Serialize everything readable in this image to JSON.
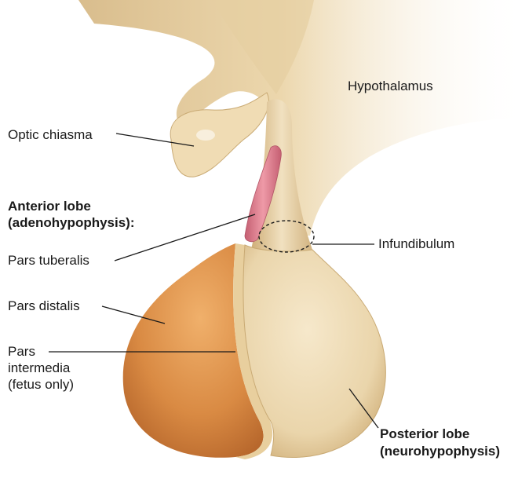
{
  "labels": {
    "hypothalamus": "Hypothalamus",
    "optic_chiasma": "Optic chiasma",
    "anterior_lobe_line1": "Anterior lobe",
    "anterior_lobe_line2": "(adenohypophysis):",
    "pars_tuberalis": "Pars tuberalis",
    "pars_distalis": "Pars distalis",
    "pars_intermedia_line1": "Pars",
    "pars_intermedia_line2": "intermedia",
    "pars_intermedia_line3": "(fetus only)",
    "infundibulum": "Infundibulum",
    "posterior_lobe_line1": "Posterior lobe",
    "posterior_lobe_line2": "(neurohypophysis)"
  },
  "colors": {
    "neural_tissue": "#eedcb5",
    "neural_shadow": "#c9aa74",
    "anterior_lobe": "#d88c45",
    "anterior_lobe_dark": "#b8682b",
    "pars_tuberalis": "#dc7a8a",
    "leader_line": "#1a1a1a"
  }
}
